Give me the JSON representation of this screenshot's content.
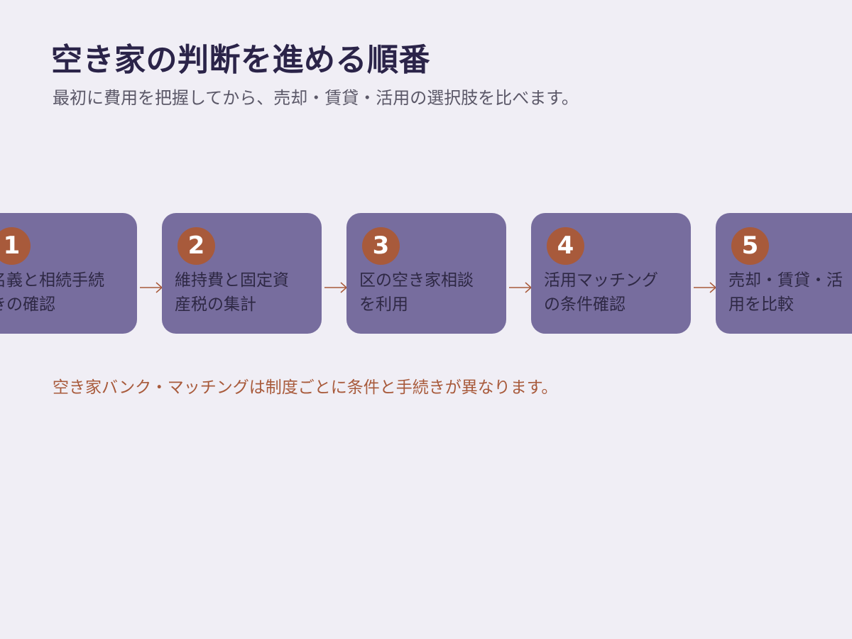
{
  "title": "空き家の判断を進める順番",
  "subtitle": "最初に費用を把握してから、売却・賃貸・活用の選択肢を比べます。",
  "steps": [
    {
      "number": "1",
      "line1": "名義と相続手続",
      "line2": "きの確認"
    },
    {
      "number": "2",
      "line1": "維持費と固定資",
      "line2": "産税の集計"
    },
    {
      "number": "3",
      "line1": "区の空き家相談",
      "line2": "を利用"
    },
    {
      "number": "4",
      "line1": "活用マッチング",
      "line2": "の条件確認"
    },
    {
      "number": "5",
      "line1": "売却・賃貸・活",
      "line2": "用を比較"
    }
  ],
  "note": "空き家バンク・マッチングは制度ごとに条件と手続きが異なります。",
  "colors": {
    "background": "#f0eef5",
    "card": "#776d9e",
    "badge": "#a85a3b",
    "title": "#2b2449",
    "accent": "#a85a3b"
  }
}
